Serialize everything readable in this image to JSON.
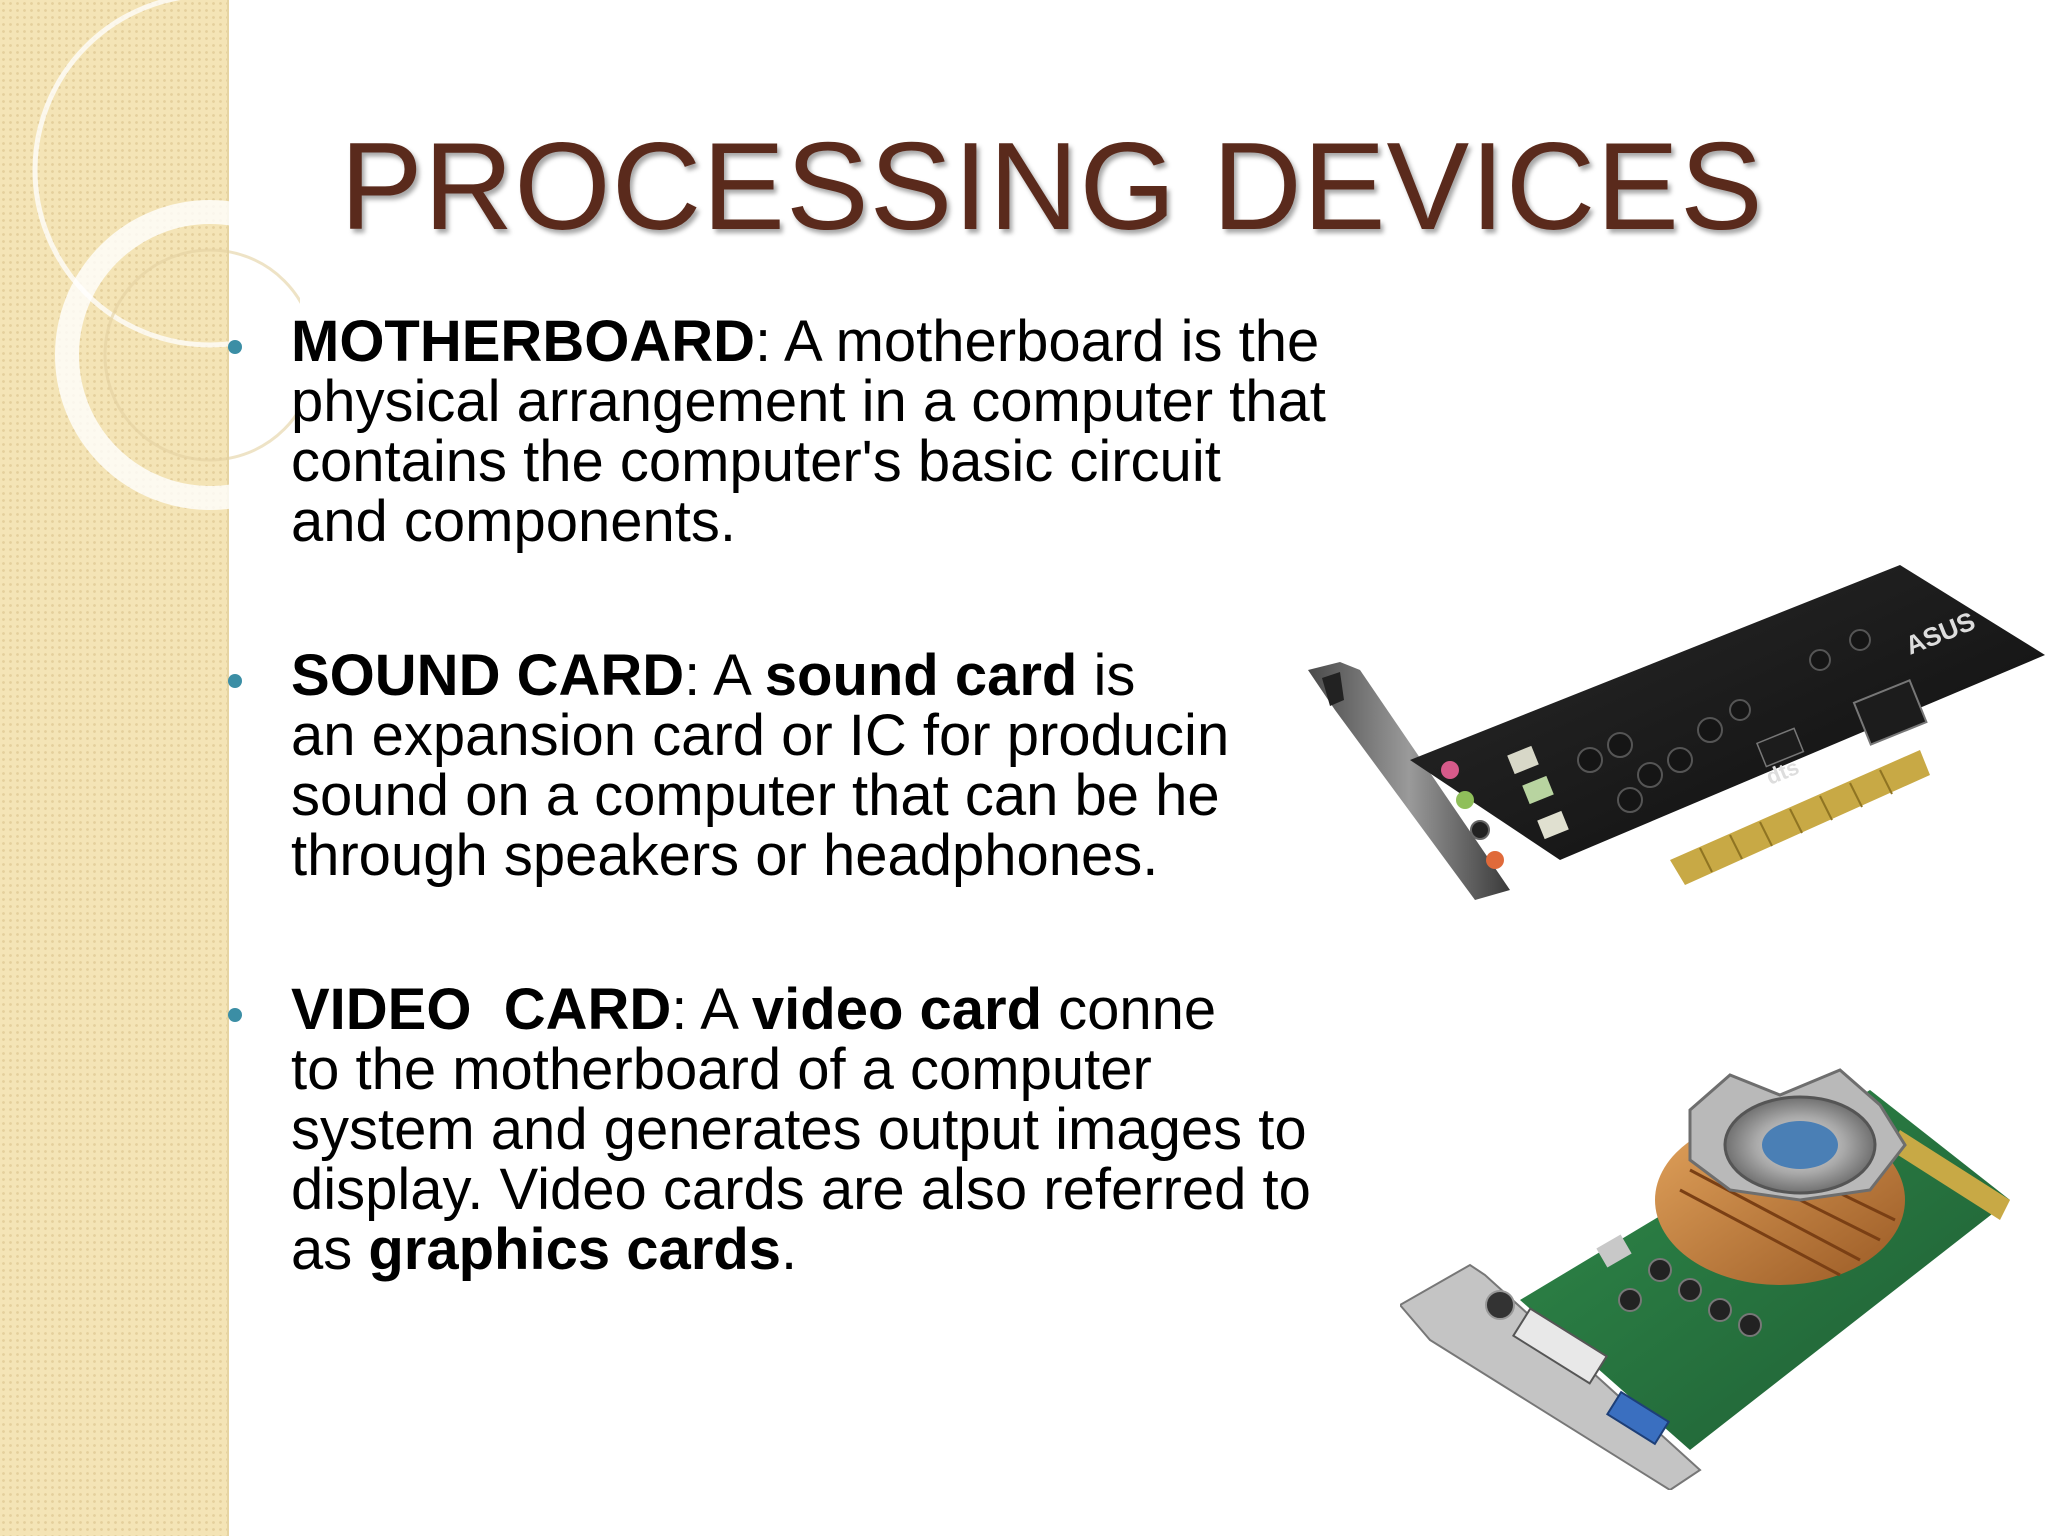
{
  "slide": {
    "title": "PROCESSING DEVICES",
    "bullets": [
      {
        "term": "MOTHERBOARD",
        "sep": ": A motherboard is the",
        "lines": [
          "physical arrangement in a computer that",
          "contains the computer's basic circuit",
          "and components."
        ]
      },
      {
        "term": "SOUND CARD",
        "sep": ": A ",
        "term2": "sound card",
        "rest": " is",
        "lines": [
          "an expansion card or IC for producin",
          "sound on a computer that can be he",
          "through speakers or headphones."
        ]
      },
      {
        "term": "VIDEO  CARD",
        "sep": ": A ",
        "term2": "video card",
        "rest": " conne",
        "lines": [
          "to the motherboard of a computer",
          "system and generates output images to",
          "display. Video cards are also referred to"
        ],
        "last_prefix": "as ",
        "last_bold": "graphics cards",
        "last_suffix": "."
      }
    ],
    "images": {
      "sound_card": {
        "brand_text": "ASUS",
        "logo_text": "dts"
      }
    },
    "colors": {
      "title": "#5a2a1c",
      "bullet": "#3b8ea5",
      "side_panel": "#f4e4b6"
    }
  }
}
